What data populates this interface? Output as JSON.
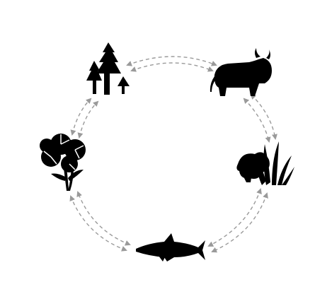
{
  "diagram": {
    "type": "cycle",
    "nodes": [
      {
        "id": "trees",
        "icon": "trees-icon"
      },
      {
        "id": "cow",
        "icon": "cow-icon"
      },
      {
        "id": "crops",
        "icon": "crops-icon"
      },
      {
        "id": "fish",
        "icon": "fish-icon"
      },
      {
        "id": "flowers",
        "icon": "flowers-icon"
      }
    ],
    "connectors": [
      {
        "from": "trees",
        "to": "cow",
        "style": "dashed-double-arrow"
      },
      {
        "from": "cow",
        "to": "crops",
        "style": "dashed-double-arrow"
      },
      {
        "from": "crops",
        "to": "fish",
        "style": "dashed-double-arrow"
      },
      {
        "from": "fish",
        "to": "flowers",
        "style": "dashed-double-arrow"
      },
      {
        "from": "flowers",
        "to": "trees",
        "style": "dashed-double-arrow"
      }
    ],
    "colors": {
      "icon": "#000000",
      "arrow": "#9a9a9a",
      "background": "#ffffff"
    }
  }
}
